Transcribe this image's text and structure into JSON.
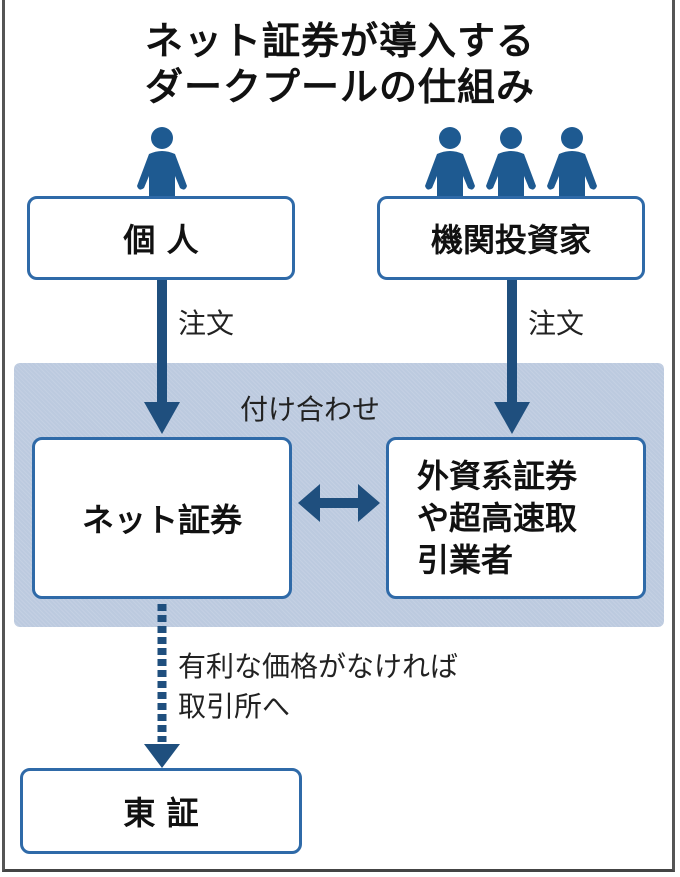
{
  "title": {
    "line1": "ネット証券が導入する",
    "line2": "ダークプールの仕組み"
  },
  "nodes": {
    "individual": "個 人",
    "institutional": "機関投資家",
    "net_broker": "ネット証券",
    "foreign_hft_lines": [
      "外資系証券",
      "や超高速取",
      "引業者"
    ],
    "tse": "東 証"
  },
  "edges": {
    "order_left": "注文",
    "order_right": "注文",
    "matching": "付け合わせ",
    "fallback_line1": "有利な価格がなければ",
    "fallback_line2": "取引所へ"
  },
  "icons": {
    "individual": "person-icon",
    "institutional": "group-of-persons-icon"
  },
  "colors": {
    "accent": "#1e5a91",
    "arrow": "#1f4f7e",
    "box_border": "#2f6aa8",
    "pool_fill": "#bccadf"
  }
}
